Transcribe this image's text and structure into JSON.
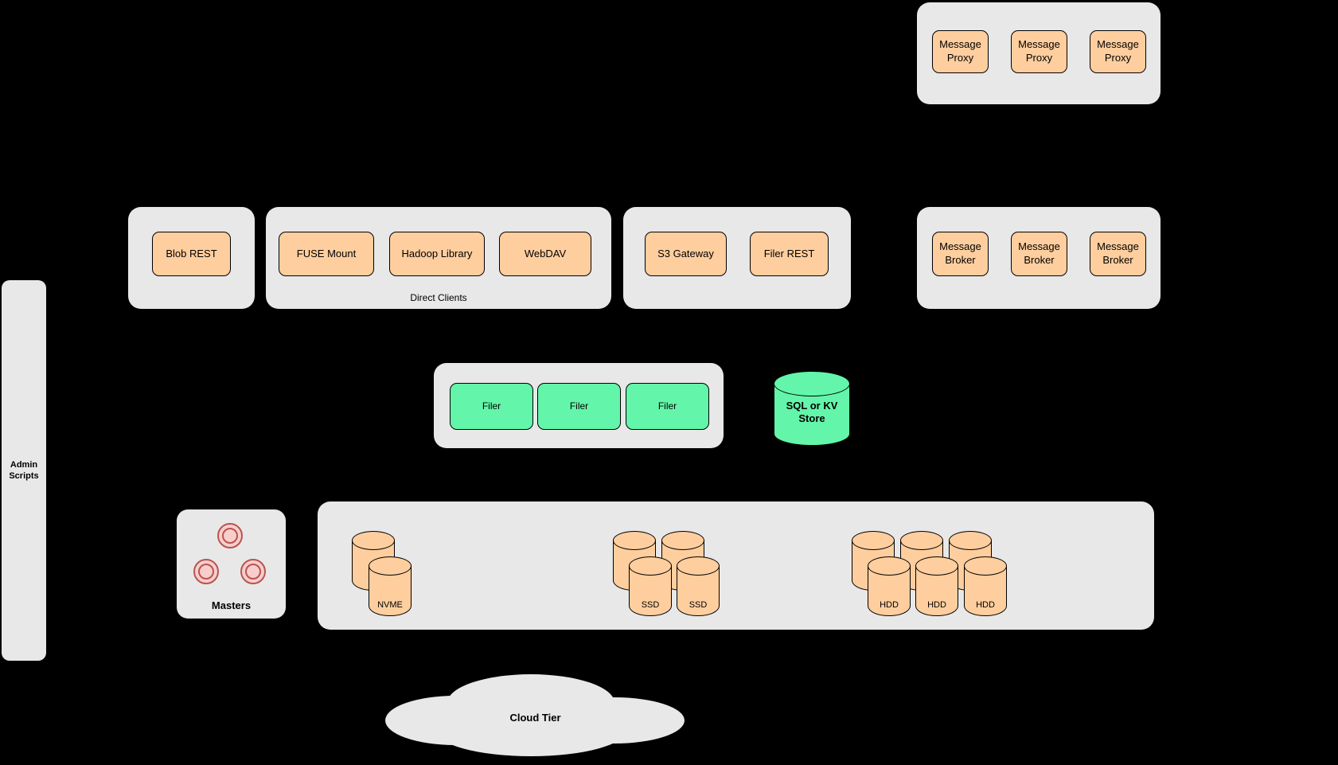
{
  "canvas": {
    "background": "#000000"
  },
  "colors": {
    "panel": "#e8e8e8",
    "node_orange": "#ffce9e",
    "node_green": "#63f5a9",
    "master_fill": "#f8cecc",
    "master_stroke": "#b85450"
  },
  "groups": {
    "message_proxies": {
      "items": [
        "Message Proxy",
        "Message Proxy",
        "Message Proxy"
      ]
    },
    "blob": {
      "items": [
        "Blob REST"
      ]
    },
    "direct_clients": {
      "label": "Direct Clients",
      "items": [
        "FUSE Mount",
        "Hadoop Library",
        "WebDAV"
      ]
    },
    "gateways": {
      "items": [
        "S3 Gateway",
        "Filer REST"
      ]
    },
    "message_brokers": {
      "items": [
        "Message Broker",
        "Message Broker",
        "Message Broker"
      ]
    },
    "filers": {
      "items": [
        "Filer",
        "Filer",
        "Filer"
      ]
    },
    "sql_store": {
      "label": "SQL or KV Store"
    },
    "admin": {
      "label": "Admin Scripts"
    },
    "masters": {
      "label": "Masters"
    },
    "volume_servers": {
      "nvme": {
        "label": "NVME"
      },
      "ssd": {
        "labels": [
          "SSD",
          "SSD"
        ]
      },
      "hdd": {
        "labels": [
          "HDD",
          "HDD",
          "HDD"
        ]
      }
    },
    "cloud": {
      "label": "Cloud Tier"
    }
  }
}
